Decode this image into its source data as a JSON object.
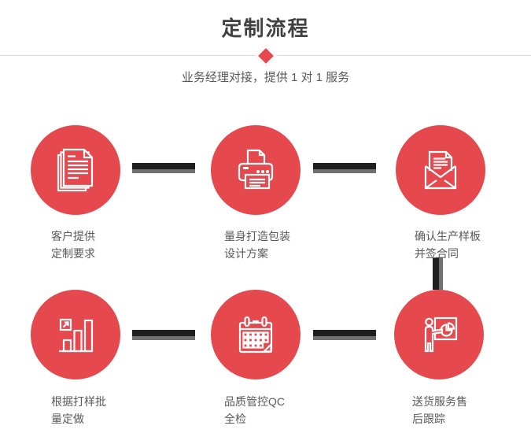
{
  "header": {
    "title": "定制流程",
    "subtitle": "业务经理对接，提供 1 对 1 服务"
  },
  "colors": {
    "accent": "#e5484d",
    "connector_dark": "#1f1f1f",
    "connector_gray": "#707070",
    "title_text": "#404040",
    "body_text": "#595959",
    "divider": "#d9d9d9"
  },
  "steps": [
    {
      "icon": "documents-icon",
      "label_line1": "客户提供",
      "label_line2": "定制要求"
    },
    {
      "icon": "printer-icon",
      "label_line1": "量身打造包装",
      "label_line2": "设计方案"
    },
    {
      "icon": "envelope-icon",
      "label_line1": "确认生产样板",
      "label_line2": "并签合同"
    },
    {
      "icon": "bar-chart-icon",
      "label_line1": "根据打样批",
      "label_line2": "量定做"
    },
    {
      "icon": "calendar-icon",
      "label_line1": "品质管控QC",
      "label_line2": "全检"
    },
    {
      "icon": "presenter-icon",
      "label_line1": "送货服务售",
      "label_line2": "后跟踪"
    }
  ]
}
